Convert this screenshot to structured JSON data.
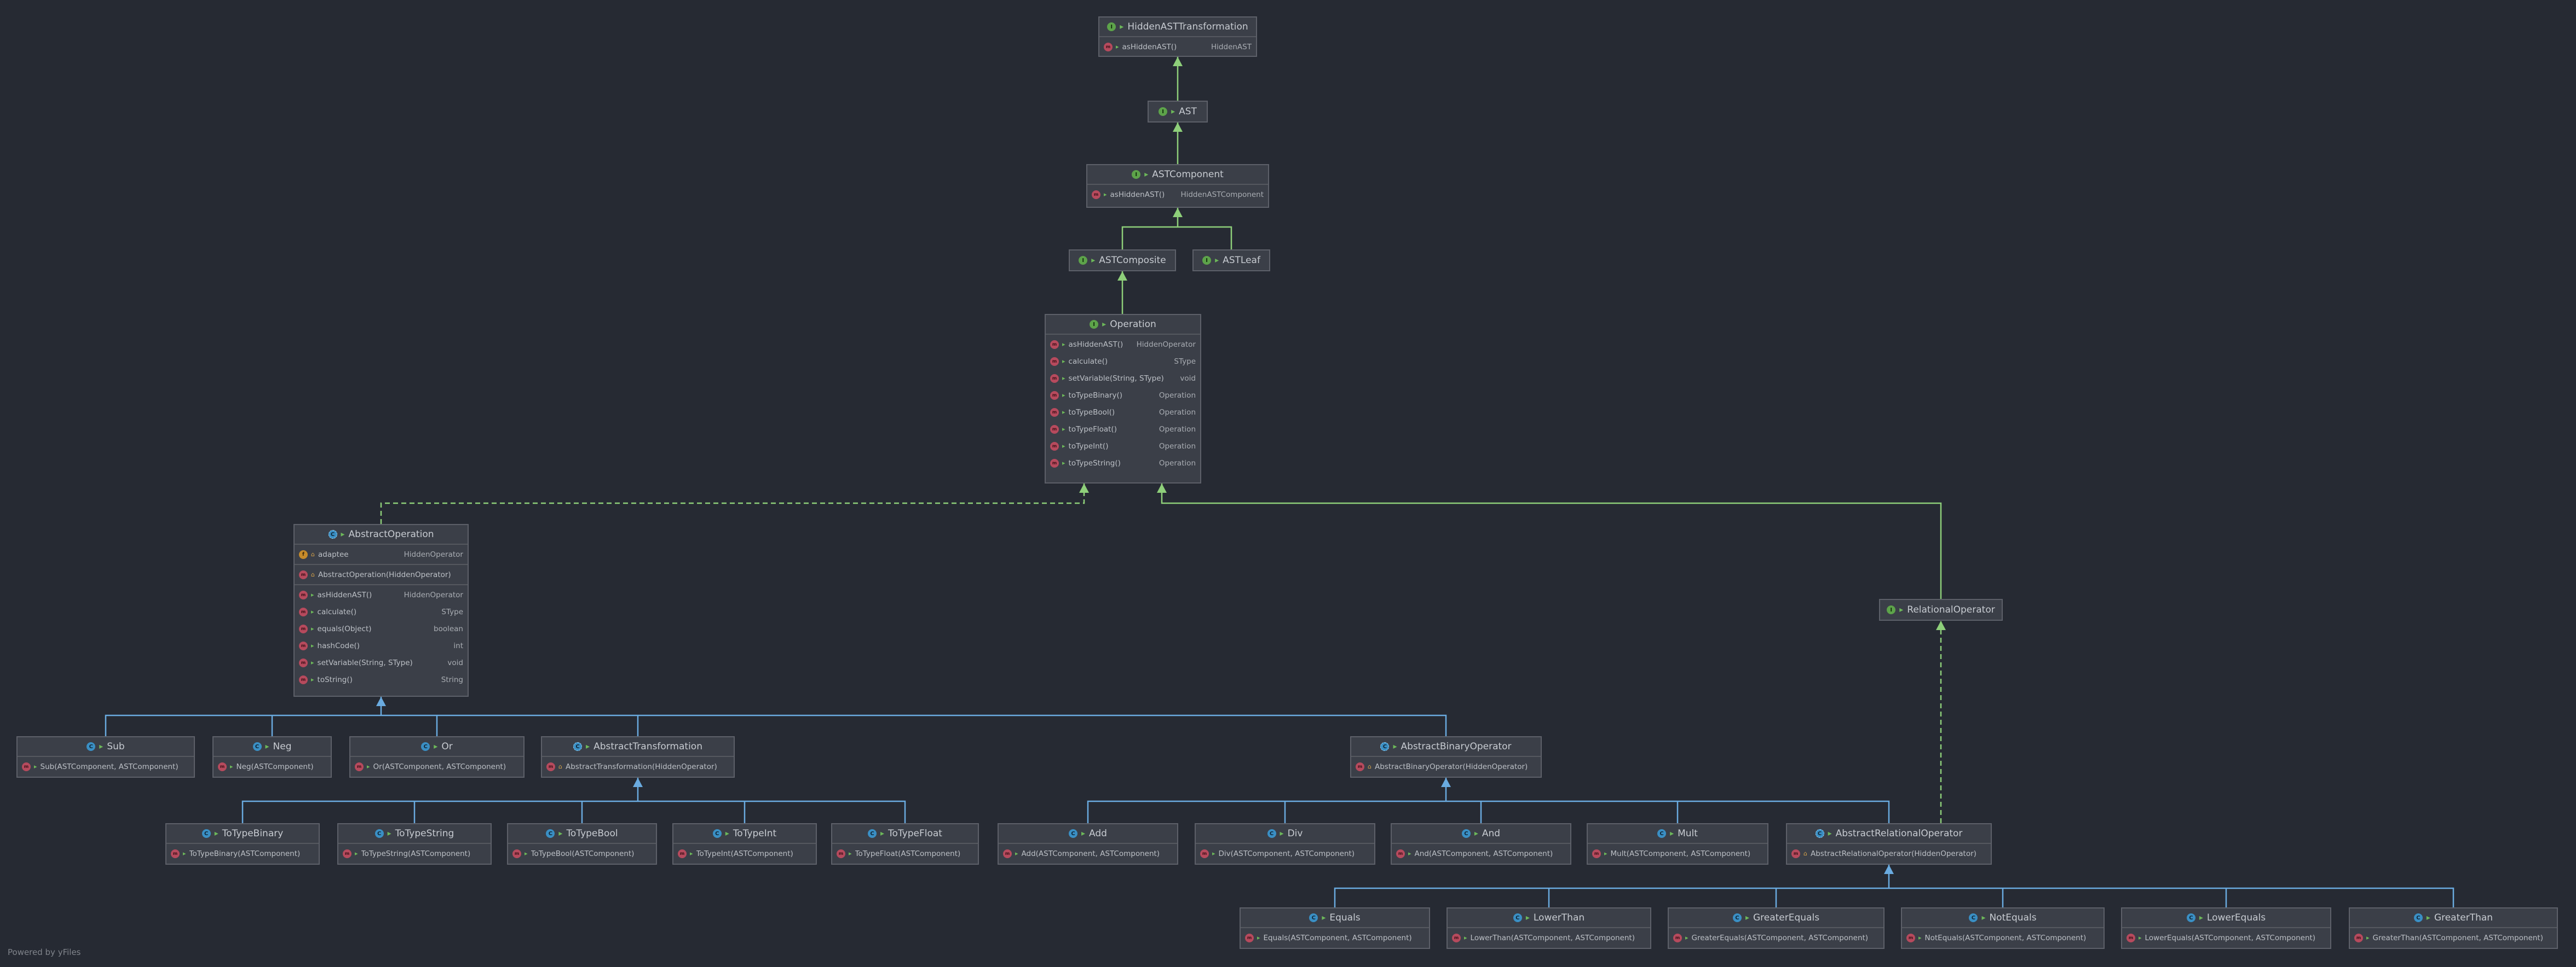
{
  "credit": "Powered by yFiles",
  "colors": {
    "background": "#262a33",
    "realization_line": "#8ecf7a",
    "inheritance_line": "#6aabe0",
    "class_icon": "#3a8fc4",
    "interface_icon": "#5da34a",
    "method_icon": "#b64a5d",
    "field_icon": "#c68b2a"
  },
  "nodes": [
    {
      "id": "HiddenASTTransformation",
      "name": "HiddenASTTransformation",
      "kind": "interface",
      "members": [
        {
          "kind": "method",
          "vis": "public",
          "label": "asHiddenAST()",
          "type": "HiddenAST"
        }
      ]
    },
    {
      "id": "AST",
      "name": "AST",
      "kind": "interface",
      "members": []
    },
    {
      "id": "ASTComponent",
      "name": "ASTComponent",
      "kind": "interface",
      "members": [
        {
          "kind": "method",
          "vis": "public",
          "label": "asHiddenAST()",
          "type": "HiddenASTComponent"
        }
      ]
    },
    {
      "id": "ASTComposite",
      "name": "ASTComposite",
      "kind": "interface",
      "members": []
    },
    {
      "id": "ASTLeaf",
      "name": "ASTLeaf",
      "kind": "interface",
      "members": []
    },
    {
      "id": "Operation",
      "name": "Operation",
      "kind": "interface",
      "members": [
        {
          "kind": "method",
          "vis": "public",
          "label": "asHiddenAST()",
          "type": "HiddenOperator"
        },
        {
          "kind": "method",
          "vis": "public",
          "label": "calculate()",
          "type": "SType"
        },
        {
          "kind": "method",
          "vis": "public",
          "label": "setVariable(String, SType)",
          "type": "void"
        },
        {
          "kind": "method",
          "vis": "public",
          "label": "toTypeBinary()",
          "type": "Operation"
        },
        {
          "kind": "method",
          "vis": "public",
          "label": "toTypeBool()",
          "type": "Operation"
        },
        {
          "kind": "method",
          "vis": "public",
          "label": "toTypeFloat()",
          "type": "Operation"
        },
        {
          "kind": "method",
          "vis": "public",
          "label": "toTypeInt()",
          "type": "Operation"
        },
        {
          "kind": "method",
          "vis": "public",
          "label": "toTypeString()",
          "type": "Operation"
        }
      ]
    },
    {
      "id": "AbstractOperation",
      "name": "AbstractOperation",
      "kind": "abstract",
      "sections": [
        [
          {
            "kind": "field",
            "vis": "locked",
            "label": "adaptee",
            "type": "HiddenOperator"
          }
        ],
        [
          {
            "kind": "method",
            "vis": "locked",
            "label": "AbstractOperation(HiddenOperator)",
            "type": ""
          }
        ],
        [
          {
            "kind": "method",
            "vis": "public",
            "label": "asHiddenAST()",
            "type": "HiddenOperator"
          },
          {
            "kind": "method",
            "vis": "public",
            "label": "calculate()",
            "type": "SType"
          },
          {
            "kind": "method",
            "vis": "public",
            "label": "equals(Object)",
            "type": "boolean"
          },
          {
            "kind": "method",
            "vis": "public",
            "label": "hashCode()",
            "type": "int"
          },
          {
            "kind": "method",
            "vis": "public",
            "label": "setVariable(String, SType)",
            "type": "void"
          },
          {
            "kind": "method",
            "vis": "public",
            "label": "toString()",
            "type": "String"
          }
        ]
      ]
    },
    {
      "id": "RelationalOperator",
      "name": "RelationalOperator",
      "kind": "interface",
      "members": []
    },
    {
      "id": "Sub",
      "name": "Sub",
      "kind": "class",
      "members": [
        {
          "kind": "method",
          "vis": "public",
          "label": "Sub(ASTComponent, ASTComponent)",
          "type": ""
        }
      ]
    },
    {
      "id": "Neg",
      "name": "Neg",
      "kind": "class",
      "members": [
        {
          "kind": "method",
          "vis": "public",
          "label": "Neg(ASTComponent)",
          "type": ""
        }
      ]
    },
    {
      "id": "Or",
      "name": "Or",
      "kind": "class",
      "members": [
        {
          "kind": "method",
          "vis": "public",
          "label": "Or(ASTComponent, ASTComponent)",
          "type": ""
        }
      ]
    },
    {
      "id": "AbstractTransformation",
      "name": "AbstractTransformation",
      "kind": "abstract",
      "members": [
        {
          "kind": "method",
          "vis": "locked",
          "label": "AbstractTransformation(HiddenOperator)",
          "type": ""
        }
      ]
    },
    {
      "id": "AbstractBinaryOperator",
      "name": "AbstractBinaryOperator",
      "kind": "abstract",
      "members": [
        {
          "kind": "method",
          "vis": "locked",
          "label": "AbstractBinaryOperator(HiddenOperator)",
          "type": ""
        }
      ]
    },
    {
      "id": "ToTypeBinary",
      "name": "ToTypeBinary",
      "kind": "class",
      "members": [
        {
          "kind": "method",
          "vis": "public",
          "label": "ToTypeBinary(ASTComponent)",
          "type": ""
        }
      ]
    },
    {
      "id": "ToTypeString",
      "name": "ToTypeString",
      "kind": "class",
      "members": [
        {
          "kind": "method",
          "vis": "public",
          "label": "ToTypeString(ASTComponent)",
          "type": ""
        }
      ]
    },
    {
      "id": "ToTypeBool",
      "name": "ToTypeBool",
      "kind": "class",
      "members": [
        {
          "kind": "method",
          "vis": "public",
          "label": "ToTypeBool(ASTComponent)",
          "type": ""
        }
      ]
    },
    {
      "id": "ToTypeInt",
      "name": "ToTypeInt",
      "kind": "class",
      "members": [
        {
          "kind": "method",
          "vis": "public",
          "label": "ToTypeInt(ASTComponent)",
          "type": ""
        }
      ]
    },
    {
      "id": "ToTypeFloat",
      "name": "ToTypeFloat",
      "kind": "class",
      "members": [
        {
          "kind": "method",
          "vis": "public",
          "label": "ToTypeFloat(ASTComponent)",
          "type": ""
        }
      ]
    },
    {
      "id": "Add",
      "name": "Add",
      "kind": "class",
      "members": [
        {
          "kind": "method",
          "vis": "public",
          "label": "Add(ASTComponent, ASTComponent)",
          "type": ""
        }
      ]
    },
    {
      "id": "Div",
      "name": "Div",
      "kind": "class",
      "members": [
        {
          "kind": "method",
          "vis": "public",
          "label": "Div(ASTComponent, ASTComponent)",
          "type": ""
        }
      ]
    },
    {
      "id": "And",
      "name": "And",
      "kind": "class",
      "members": [
        {
          "kind": "method",
          "vis": "public",
          "label": "And(ASTComponent, ASTComponent)",
          "type": ""
        }
      ]
    },
    {
      "id": "Mult",
      "name": "Mult",
      "kind": "class",
      "members": [
        {
          "kind": "method",
          "vis": "public",
          "label": "Mult(ASTComponent, ASTComponent)",
          "type": ""
        }
      ]
    },
    {
      "id": "AbstractRelationalOperator",
      "name": "AbstractRelationalOperator",
      "kind": "abstract",
      "members": [
        {
          "kind": "method",
          "vis": "locked",
          "label": "AbstractRelationalOperator(HiddenOperator)",
          "type": ""
        }
      ]
    },
    {
      "id": "Equals",
      "name": "Equals",
      "kind": "class",
      "members": [
        {
          "kind": "method",
          "vis": "public",
          "label": "Equals(ASTComponent, ASTComponent)",
          "type": ""
        }
      ]
    },
    {
      "id": "LowerThan",
      "name": "LowerThan",
      "kind": "class",
      "members": [
        {
          "kind": "method",
          "vis": "public",
          "label": "LowerThan(ASTComponent, ASTComponent)",
          "type": ""
        }
      ]
    },
    {
      "id": "GreaterEquals",
      "name": "GreaterEquals",
      "kind": "class",
      "members": [
        {
          "kind": "method",
          "vis": "public",
          "label": "GreaterEquals(ASTComponent, ASTComponent)",
          "type": ""
        }
      ]
    },
    {
      "id": "NotEquals",
      "name": "NotEquals",
      "kind": "class",
      "members": [
        {
          "kind": "method",
          "vis": "public",
          "label": "NotEquals(ASTComponent, ASTComponent)",
          "type": ""
        }
      ]
    },
    {
      "id": "LowerEquals",
      "name": "LowerEquals",
      "kind": "class",
      "members": [
        {
          "kind": "method",
          "vis": "public",
          "label": "LowerEquals(ASTComponent, ASTComponent)",
          "type": ""
        }
      ]
    },
    {
      "id": "GreaterThan",
      "name": "GreaterThan",
      "kind": "class",
      "members": [
        {
          "kind": "method",
          "vis": "public",
          "label": "GreaterThan(ASTComponent, ASTComponent)",
          "type": ""
        }
      ]
    }
  ],
  "relations": [
    {
      "from": "AST",
      "to": "HiddenASTTransformation",
      "type": "extends-interface"
    },
    {
      "from": "ASTComponent",
      "to": "AST",
      "type": "extends-interface"
    },
    {
      "from": "ASTComposite",
      "to": "ASTComponent",
      "type": "extends-interface"
    },
    {
      "from": "ASTLeaf",
      "to": "ASTComponent",
      "type": "extends-interface"
    },
    {
      "from": "Operation",
      "to": "ASTComposite",
      "type": "extends-interface"
    },
    {
      "from": "AbstractOperation",
      "to": "Operation",
      "type": "implements"
    },
    {
      "from": "RelationalOperator",
      "to": "Operation",
      "type": "extends-interface"
    },
    {
      "from": "Sub",
      "to": "AbstractOperation",
      "type": "extends"
    },
    {
      "from": "Neg",
      "to": "AbstractOperation",
      "type": "extends"
    },
    {
      "from": "Or",
      "to": "AbstractOperation",
      "type": "extends"
    },
    {
      "from": "AbstractTransformation",
      "to": "AbstractOperation",
      "type": "extends"
    },
    {
      "from": "AbstractBinaryOperator",
      "to": "AbstractOperation",
      "type": "extends"
    },
    {
      "from": "ToTypeBinary",
      "to": "AbstractTransformation",
      "type": "extends"
    },
    {
      "from": "ToTypeString",
      "to": "AbstractTransformation",
      "type": "extends"
    },
    {
      "from": "ToTypeBool",
      "to": "AbstractTransformation",
      "type": "extends"
    },
    {
      "from": "ToTypeInt",
      "to": "AbstractTransformation",
      "type": "extends"
    },
    {
      "from": "ToTypeFloat",
      "to": "AbstractTransformation",
      "type": "extends"
    },
    {
      "from": "Add",
      "to": "AbstractBinaryOperator",
      "type": "extends"
    },
    {
      "from": "Div",
      "to": "AbstractBinaryOperator",
      "type": "extends"
    },
    {
      "from": "And",
      "to": "AbstractBinaryOperator",
      "type": "extends"
    },
    {
      "from": "Mult",
      "to": "AbstractBinaryOperator",
      "type": "extends"
    },
    {
      "from": "AbstractRelationalOperator",
      "to": "AbstractBinaryOperator",
      "type": "extends"
    },
    {
      "from": "AbstractRelationalOperator",
      "to": "RelationalOperator",
      "type": "implements"
    },
    {
      "from": "Equals",
      "to": "AbstractRelationalOperator",
      "type": "extends"
    },
    {
      "from": "LowerThan",
      "to": "AbstractRelationalOperator",
      "type": "extends"
    },
    {
      "from": "GreaterEquals",
      "to": "AbstractRelationalOperator",
      "type": "extends"
    },
    {
      "from": "NotEquals",
      "to": "AbstractRelationalOperator",
      "type": "extends"
    },
    {
      "from": "LowerEquals",
      "to": "AbstractRelationalOperator",
      "type": "extends"
    },
    {
      "from": "GreaterThan",
      "to": "AbstractRelationalOperator",
      "type": "extends"
    }
  ]
}
